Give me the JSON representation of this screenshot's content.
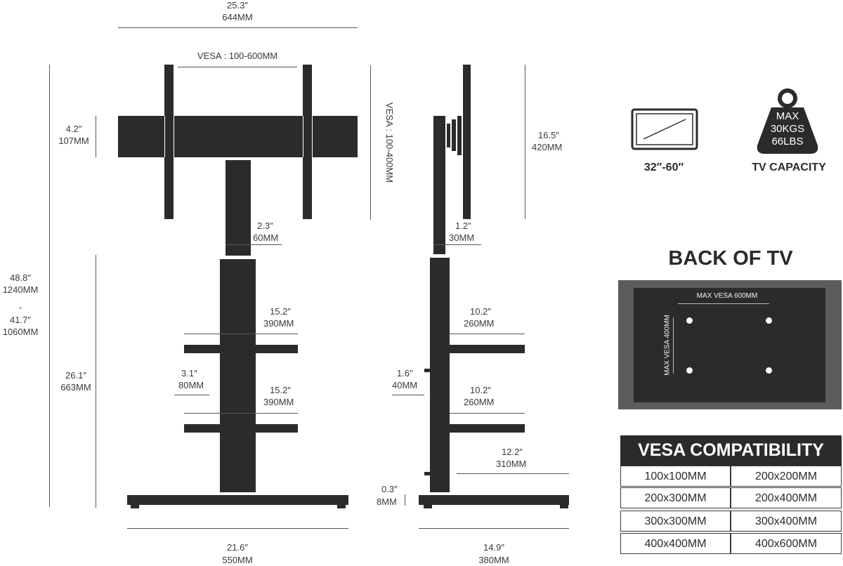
{
  "front": {
    "width_top": "25.3″",
    "width_top_mm": "644MM",
    "vesa_h": "VESA : 100-600MM",
    "vesa_v": "VESA : 100-400MM",
    "bracket_h": "4.2″",
    "bracket_h_mm": "107MM",
    "pole_w": "2.3″",
    "pole_w_mm": "60MM",
    "height_max": "48.8″",
    "height_max_mm": "1240MM",
    "height_dash": "-",
    "height_min": "41.7″",
    "height_min_mm": "1060MM",
    "lower_h": "26.1″",
    "lower_h_mm": "663MM",
    "shelf1_w": "15.2″",
    "shelf1_w_mm": "390MM",
    "shelf_gap": "3.1″",
    "shelf_gap_mm": "80MM",
    "shelf2_w": "15.2″",
    "shelf2_w_mm": "390MM",
    "base_w": "21.6″",
    "base_w_mm": "550MM"
  },
  "side": {
    "bracket_h": "16.5″",
    "bracket_h_mm": "420MM",
    "pole_d": "1.2″",
    "pole_d_mm": "30MM",
    "shelf1_d": "10.2″",
    "shelf1_d_mm": "260MM",
    "shelf_gap": "1.6″",
    "shelf_gap_mm": "40MM",
    "shelf2_d": "10.2″",
    "shelf2_d_mm": "260MM",
    "base_ext": "12.2″",
    "base_ext_mm": "310MM",
    "base_h": "0.3″",
    "base_h_mm": "8MM",
    "base_d": "14.9″",
    "base_d_mm": "380MM"
  },
  "capacity": {
    "size_range": "32″-60″",
    "weight_line1": "MAX",
    "weight_line2": "30KGS",
    "weight_line3": "66LBS",
    "label": "TV CAPACITY"
  },
  "back_of_tv": {
    "title": "BACK OF TV",
    "max_vesa_h": "MAX VESA 600MM",
    "max_vesa_v": "MAX VESA 400MM"
  },
  "vesa_compat": {
    "title": "VESA COMPATIBILITY",
    "rows": [
      [
        "100x100MM",
        "200x200MM"
      ],
      [
        "200x300MM",
        "200x400MM"
      ],
      [
        "300x300MM",
        "300x400MM"
      ],
      [
        "400x400MM",
        "400x600MM"
      ]
    ]
  },
  "colors": {
    "ink": "#2b2b2b",
    "frame": "#5c5c5c",
    "text": "#3a3a3a"
  }
}
